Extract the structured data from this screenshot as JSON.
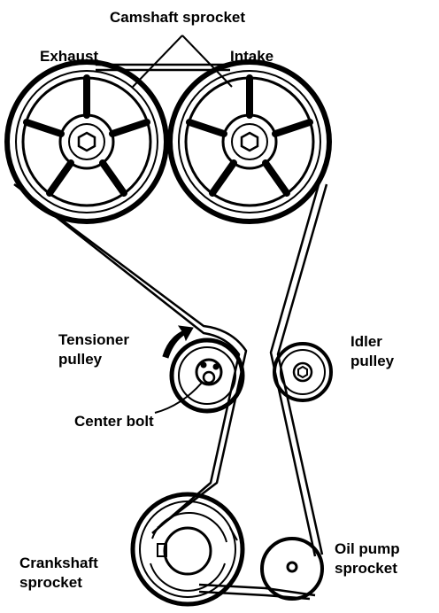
{
  "labels": {
    "camshaft_sprocket": "Camshaft sprocket",
    "exhaust": "Exhaust",
    "intake": "Intake",
    "tensioner_line1": "Tensioner",
    "tensioner_line2": "pulley",
    "idler_line1": "Idler",
    "idler_line2": "pulley",
    "center_bolt": "Center bolt",
    "crankshaft_line1": "Crankshaft",
    "crankshaft_line2": "sprocket",
    "oil_pump_line1": "Oil pump",
    "oil_pump_line2": "sprocket"
  },
  "colors": {
    "ink": "#000000",
    "paper": "#ffffff"
  }
}
